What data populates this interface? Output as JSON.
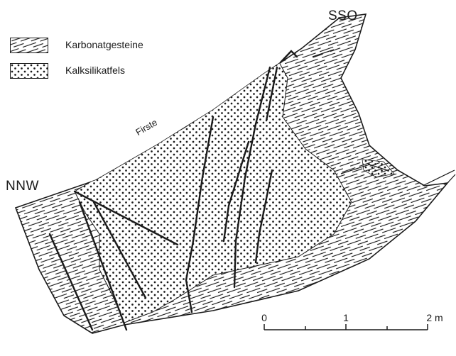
{
  "orientation": {
    "left": "NNW",
    "right": "SSO"
  },
  "feature_label": "Firste",
  "legend": [
    {
      "label": "Karbonatgesteine",
      "pattern": "dashed-lines"
    },
    {
      "label": "Kalksilikatfels",
      "pattern": "dots"
    }
  ],
  "scale_bar": {
    "ticks": [
      "0",
      "1"
    ],
    "end_label": "2 m"
  },
  "colors": {
    "ink": "#1a1a1a",
    "paper": "#ffffff"
  }
}
